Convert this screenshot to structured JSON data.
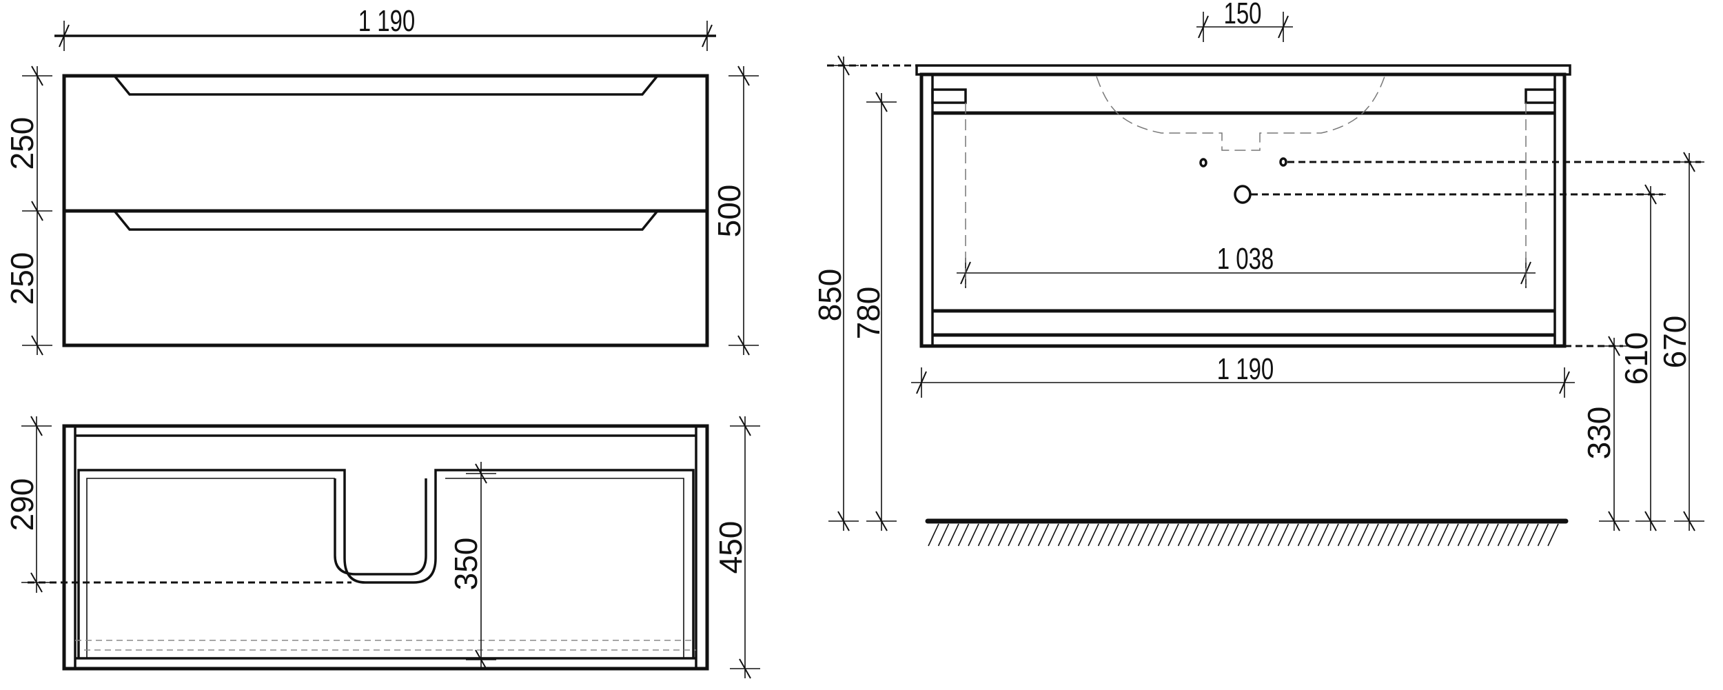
{
  "front_view": {
    "width_label": "1 190",
    "drawer_top_height_label": "250",
    "drawer_bottom_height_label": "250",
    "total_height_label": "500"
  },
  "section_view": {
    "siphon_height_label": "290",
    "inner_depth_label": "350",
    "total_depth_label": "450"
  },
  "side_view": {
    "tap_spacing_label": "150",
    "fixing_width_label": "1 038",
    "width_label": "1 190",
    "top_height_label": "850",
    "fixing_height_label": "780",
    "tap_height_label": "670",
    "drain_height_label": "610",
    "bottom_height_label": "330"
  }
}
